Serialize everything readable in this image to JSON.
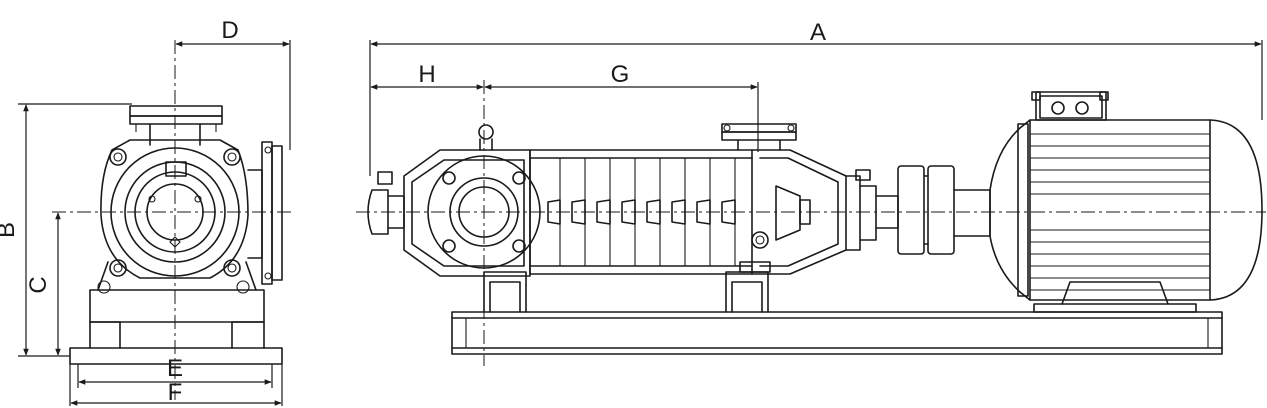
{
  "figure": {
    "colors": {
      "line": "#1a1a1a",
      "background": "#ffffff"
    },
    "labels": {
      "A": "A",
      "B": "B",
      "C": "C",
      "D": "D",
      "E": "E",
      "F": "F",
      "G": "G",
      "H": "H"
    }
  }
}
